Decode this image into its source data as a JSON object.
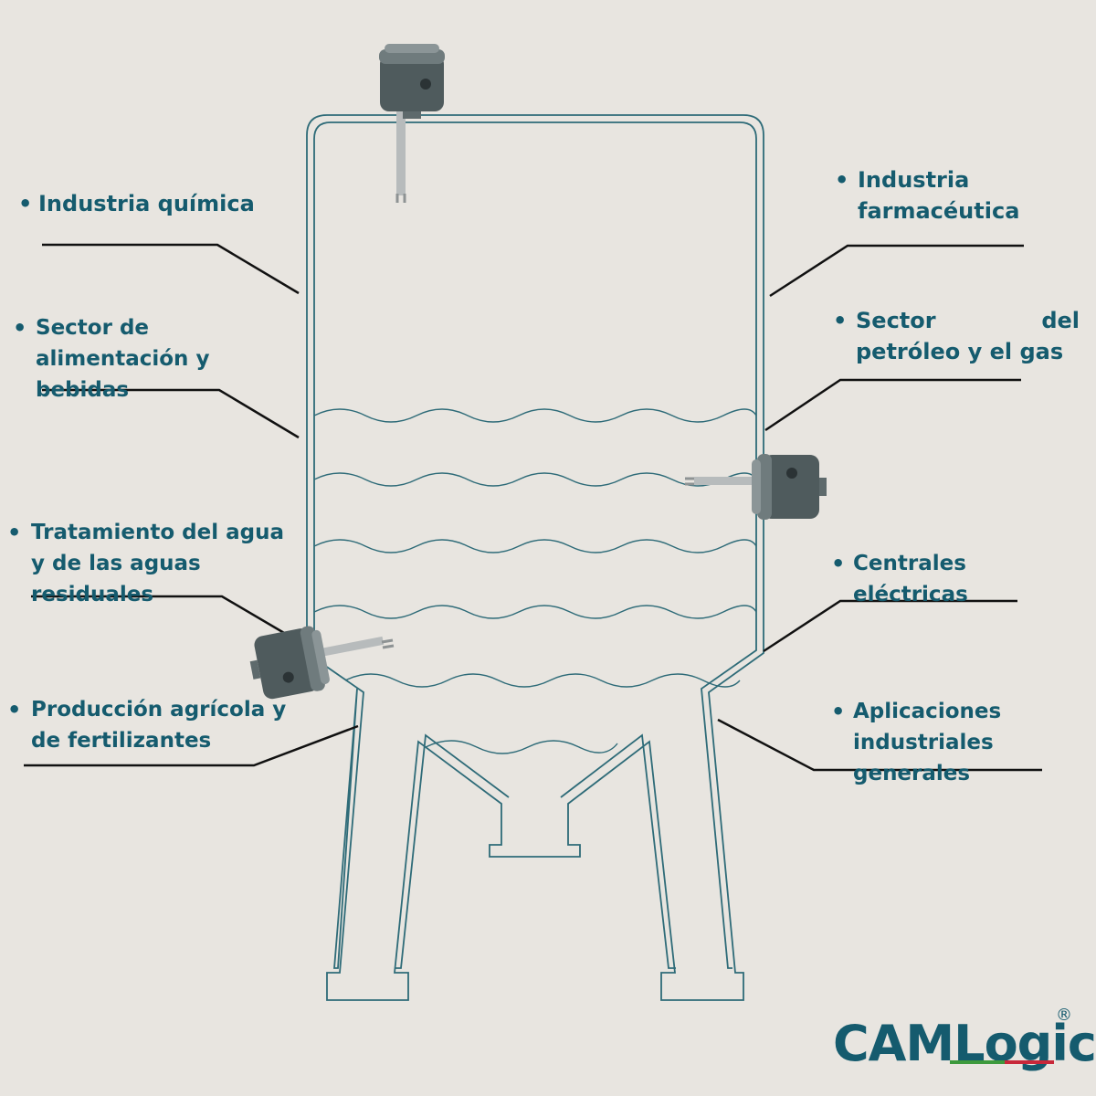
{
  "labels": {
    "left": [
      "Industria química",
      "Sector de alimentación y bebidas",
      "Tratamiento del agua y de las aguas residuales",
      "Producción agrícola y de fertilizantes"
    ],
    "right": [
      "Industria farmacéutica",
      "Sector del petróleo y el gas",
      "Centrales eléctricas",
      "Aplicaciones industriales generales"
    ]
  },
  "bullet": "•",
  "logo": {
    "text": "CAMLogic",
    "registered": "®"
  },
  "colors": {
    "background": "#e8e5e0",
    "text": "#155b6e",
    "tank_outline": "#2e6b78",
    "leader_lines": "#111111",
    "sensor_body": "#4f5b5d"
  }
}
